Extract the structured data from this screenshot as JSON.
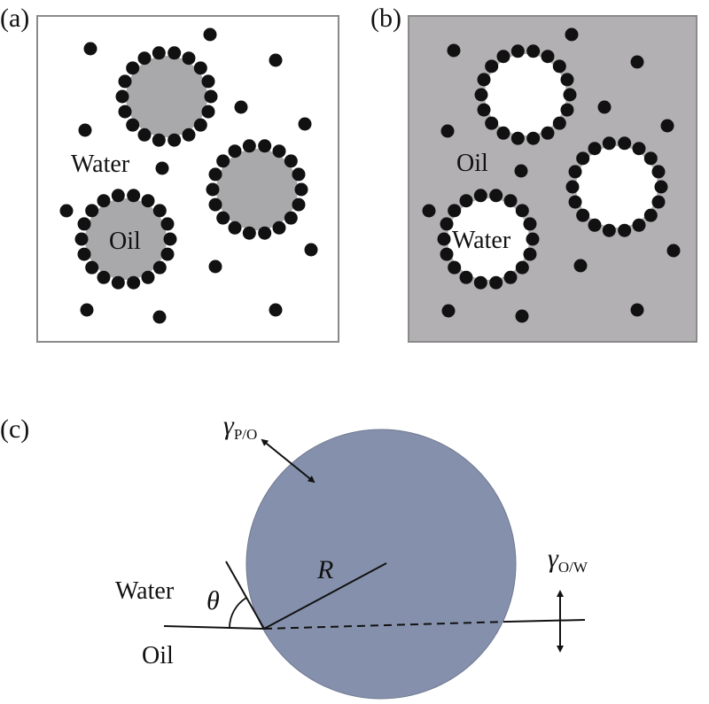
{
  "colors": {
    "background": "#ffffff",
    "particle": "#111111",
    "panel_a_fill": "#ffffff",
    "panel_b_fill": "#b3b0b4",
    "droplet_a_fill": "#a9a9ab",
    "droplet_b_fill": "#ffffff",
    "large_particle_fill": "#8591ac",
    "line": "#111111"
  },
  "panel_a": {
    "label": "(a)",
    "continuous_phase": "Water",
    "droplet_phase": "Oil"
  },
  "panel_b": {
    "label": "(b)",
    "continuous_phase": "Oil",
    "droplet_phase": "Water"
  },
  "panel_c": {
    "label": "(c)",
    "gamma_po_symbol": "γ",
    "gamma_po_subscript": "P/O",
    "gamma_ow_symbol": "γ",
    "gamma_ow_subscript": "O/W",
    "radius_label": "R",
    "angle_label": "θ",
    "upper_phase": "Water",
    "lower_phase": "Oil"
  }
}
